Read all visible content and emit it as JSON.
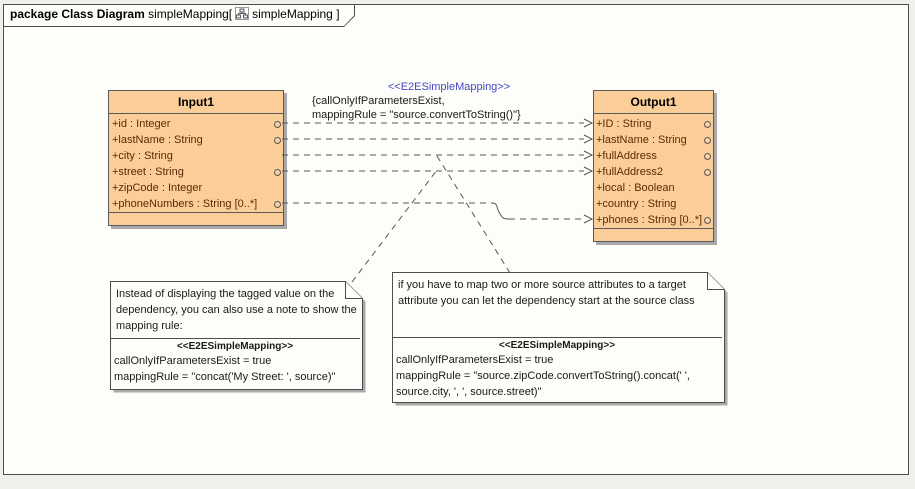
{
  "header": {
    "package_label": "package Class Diagram",
    "diagram_context": "simpleMapping[",
    "diagram_name": "simpleMapping",
    "close_bracket": "]",
    "icon": "class-diagram-icon"
  },
  "colors": {
    "class_fill": "#fbcd98",
    "attribute_text": "#5c2b05",
    "stereotype_blue": "#4646c8",
    "line_gray": "#555555",
    "shadow_gray": "#a9a9a9"
  },
  "classes": [
    {
      "name": "Input1",
      "attributes": [
        {
          "text": "+id : Integer",
          "port": true
        },
        {
          "text": "+lastName : String",
          "port": true
        },
        {
          "text": "+city : String",
          "port": false
        },
        {
          "text": "+street : String",
          "port": true
        },
        {
          "text": "+zipCode : Integer",
          "port": false
        },
        {
          "text": "+phoneNumbers : String [0..*]",
          "port": true
        }
      ]
    },
    {
      "name": "Output1",
      "attributes": [
        {
          "text": "+ID : String",
          "port": true
        },
        {
          "text": "+lastName : String",
          "port": true
        },
        {
          "text": "+fullAddress",
          "port": true
        },
        {
          "text": "+fullAddress2",
          "port": true
        },
        {
          "text": "+local : Boolean",
          "port": false
        },
        {
          "text": "+country : String",
          "port": false
        },
        {
          "text": "+phones : String [0..*]",
          "port": true
        }
      ]
    }
  ],
  "dependency_label": {
    "stereotype": "<<E2ESimpleMapping>>",
    "constraint_line1": "{callOnlyIfParametersExist,",
    "constraint_line2": "mappingRule = \"source.convertToString()\"}"
  },
  "notes": [
    {
      "body": "Instead of displaying the tagged value on the dependency, you can also use a note to show the mapping rule:",
      "stereotype": "<<E2ESimpleMapping>>",
      "tags": [
        "callOnlyIfParametersExist = true",
        "mappingRule = \"concat('My Street: ', source)\""
      ]
    },
    {
      "body": "if you have to map two or more source attributes to a target attribute you can let the dependency start at the source class",
      "stereotype": "<<E2ESimpleMapping>>",
      "tags": [
        "callOnlyIfParametersExist = true",
        "mappingRule = \"source.zipCode.convertToString().concat(' ', source.city, ', ', source.street)\""
      ]
    }
  ]
}
